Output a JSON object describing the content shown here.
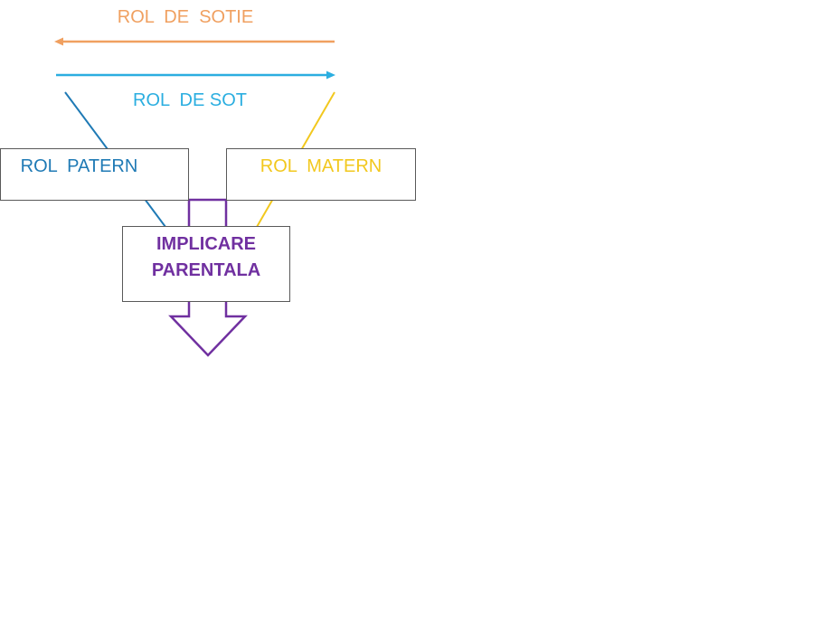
{
  "labels": {
    "rol_de_sotie": "ROL  DE  SOTIE",
    "rol_de_sot": "ROL  DE SOT",
    "rol_patern": "ROL  PATERN",
    "rol_matern": "ROL  MATERN",
    "implicare_line1": "IMPLICARE",
    "implicare_line2": "PARENTALA"
  },
  "colors": {
    "sotie": "#F0A060",
    "sot": "#2BAEE0",
    "patern": "#1F7AB5",
    "matern": "#F2C81E",
    "implicare": "#7030A0",
    "box_border": "#595959"
  }
}
